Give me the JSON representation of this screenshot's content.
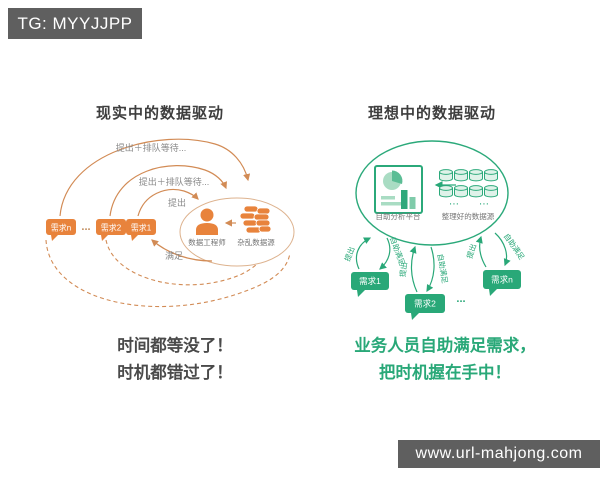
{
  "badges": {
    "top_left": "TG: MYYJJPP",
    "bottom_right": "www.url-mahjong.com"
  },
  "colors": {
    "orange": "#E8833C",
    "orange_stroke": "#D28B55",
    "green": "#29A878",
    "badge_bg": "#5F5F5F"
  },
  "left": {
    "title": "现实中的数据驱动",
    "arc_labels": [
      "提出＋排队等待...",
      "提出＋排队等待...",
      "提出"
    ],
    "satisfy_label": "满足",
    "bubbles": [
      "需求n",
      "需求2",
      "需求1"
    ],
    "dots": "...",
    "engineer_label": "数据工程师",
    "messy_source_label": "杂乱数据源",
    "caption": [
      "时间都等没了！",
      "时机都错过了！"
    ]
  },
  "right": {
    "title": "理想中的数据驱动",
    "platform_label": "自助分析平台",
    "source_label": "整理好的数据源",
    "db_dots": "⋯",
    "flows": [
      {
        "bubble": "需求1",
        "up": "提出",
        "down": "自助满足"
      },
      {
        "bubble": "需求2",
        "up": "提出",
        "down": "自助满足"
      },
      {
        "bubble": "需求n",
        "up": "提出",
        "down": "自助满足"
      }
    ],
    "dots": "...",
    "caption": [
      "业务人员自助满足需求，",
      "把时机握在手中！"
    ]
  }
}
